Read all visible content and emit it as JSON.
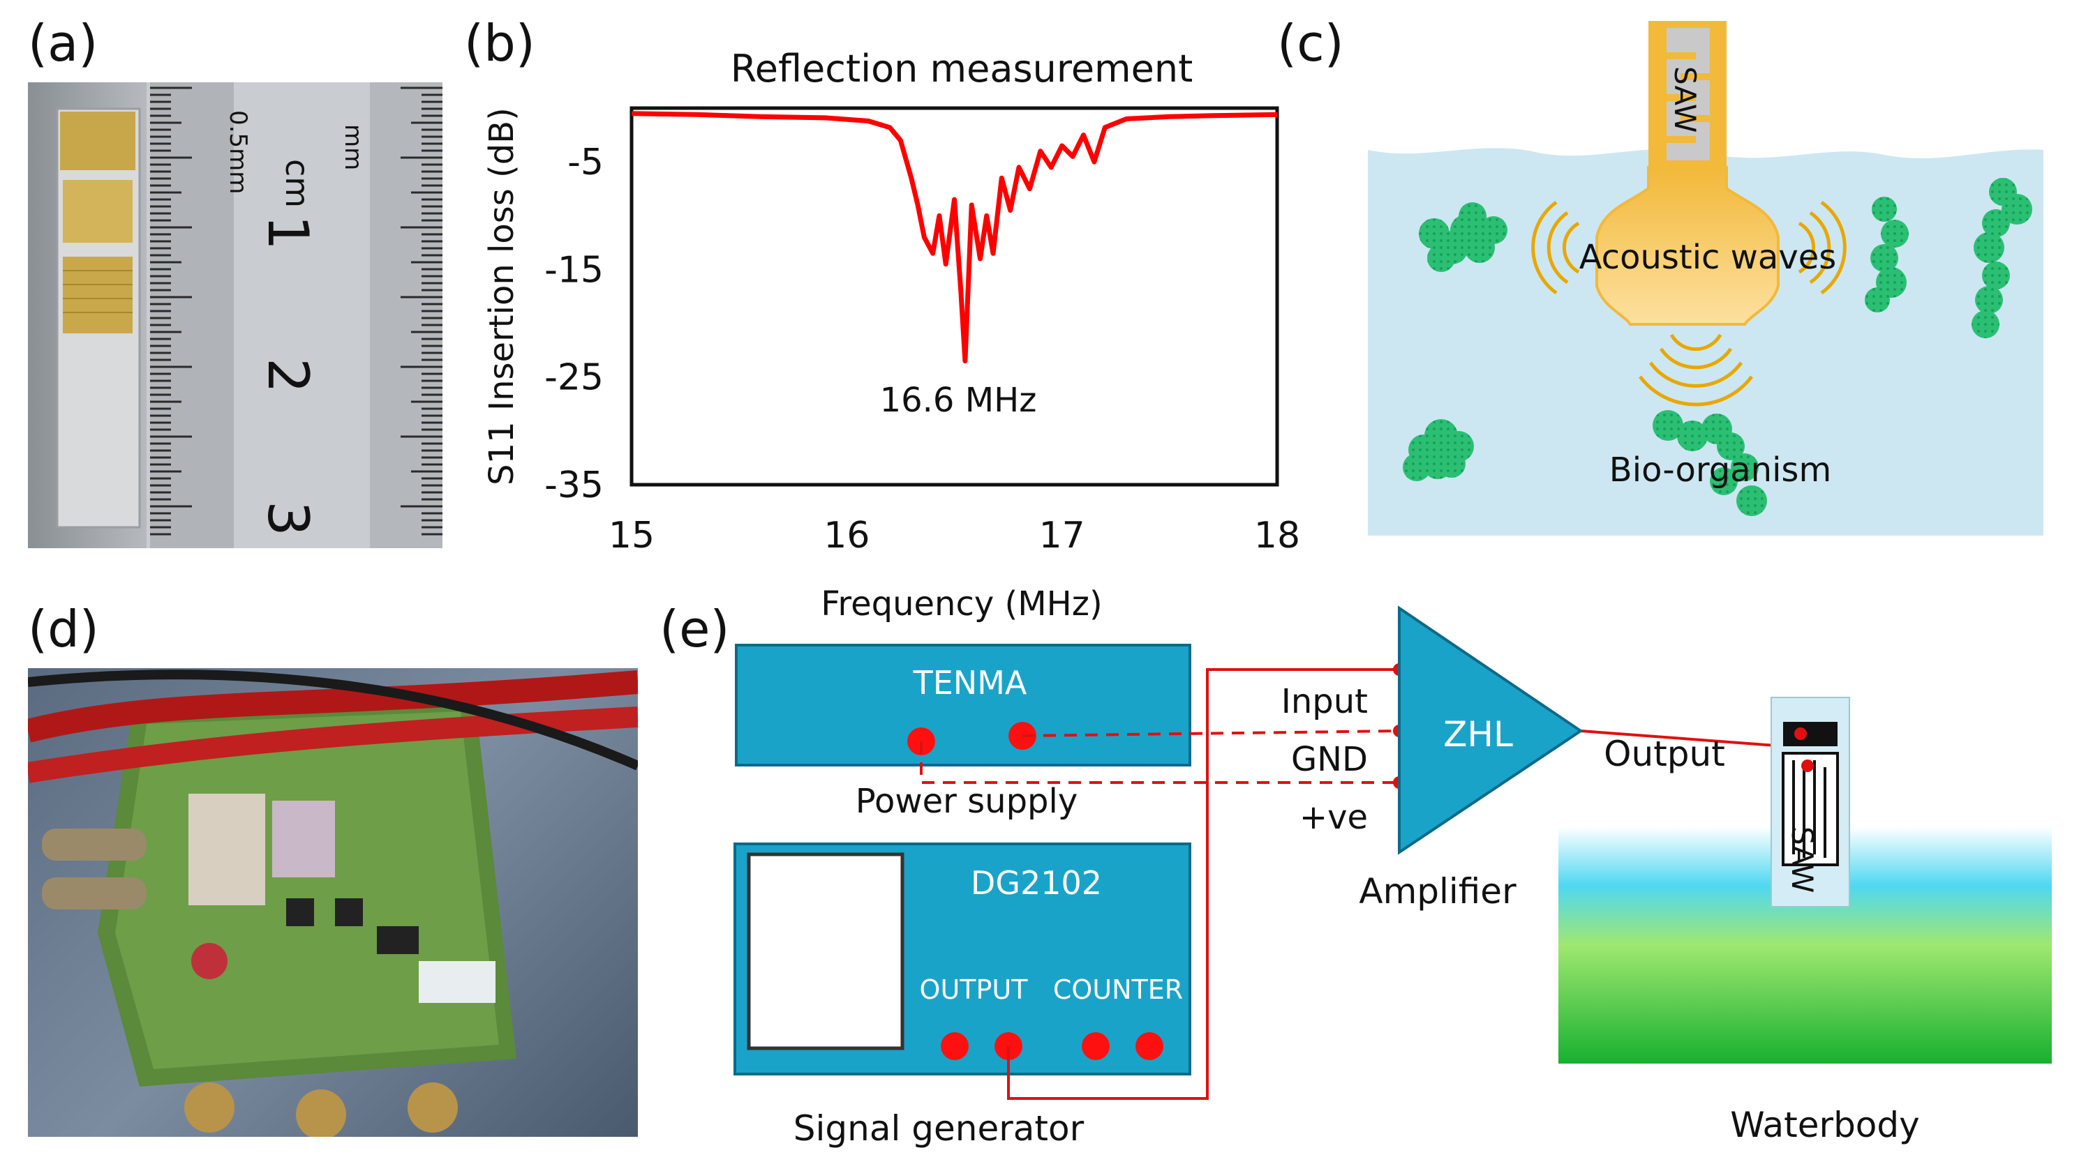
{
  "panels": {
    "a": "(a)",
    "b": "(b)",
    "c": "(c)",
    "d": "(d)",
    "e": "(e)"
  },
  "photo_a": {
    "ruler_labels": [
      "mm",
      "0.5mm",
      "cm",
      "1",
      "2",
      "3"
    ]
  },
  "chart_data": {
    "type": "line",
    "title": "Reflection measurement",
    "xlabel": "Frequency (MHz)",
    "ylabel": "S11 Insertion loss (dB)",
    "xlim": [
      15,
      18
    ],
    "ylim": [
      -35,
      0
    ],
    "xticks": [
      "15",
      "16",
      "17",
      "18"
    ],
    "yticks": [
      "-5",
      "-15",
      "-25",
      "-35"
    ],
    "annotation": "16.6 MHz",
    "grid": false,
    "series": [
      {
        "color": "#ff0000",
        "x": [
          15.0,
          15.3,
          15.6,
          15.9,
          16.1,
          16.2,
          16.25,
          16.3,
          16.33,
          16.36,
          16.4,
          16.43,
          16.46,
          16.5,
          16.53,
          16.55,
          16.58,
          16.62,
          16.65,
          16.68,
          16.72,
          16.76,
          16.8,
          16.85,
          16.9,
          16.95,
          17.0,
          17.05,
          17.1,
          17.15,
          17.2,
          17.3,
          17.5,
          17.7,
          18.0
        ],
        "y": [
          -0.5,
          -0.6,
          -0.8,
          -0.9,
          -1.2,
          -1.8,
          -3.0,
          -6.5,
          -9.0,
          -12.0,
          -13.5,
          -10.0,
          -14.5,
          -8.5,
          -17.0,
          -23.5,
          -9.0,
          -14.0,
          -10.0,
          -13.5,
          -6.5,
          -9.5,
          -5.5,
          -7.5,
          -4.0,
          -5.5,
          -3.5,
          -4.5,
          -2.5,
          -5.0,
          -1.8,
          -1.0,
          -0.8,
          -0.7,
          -0.6
        ]
      }
    ]
  },
  "panel_c": {
    "saw_label": "SAW",
    "waves_label": "Acoustic waves",
    "organism_label": "Bio-organism"
  },
  "panel_e": {
    "power_supply_brand": "TENMA",
    "power_supply_label": "Power supply",
    "signal_gen_model": "DG2102",
    "signal_gen_label": "Signal generator",
    "output_port": "OUTPUT",
    "counter_port": "COUNTER",
    "input_label": "Input",
    "gnd_label": "GND",
    "ve_label": "+ve",
    "amp_model": "ZHL",
    "amp_label": "Amplifier",
    "output_label": "Output",
    "saw_label": "SAW",
    "waterbody_label": "Waterbody"
  }
}
